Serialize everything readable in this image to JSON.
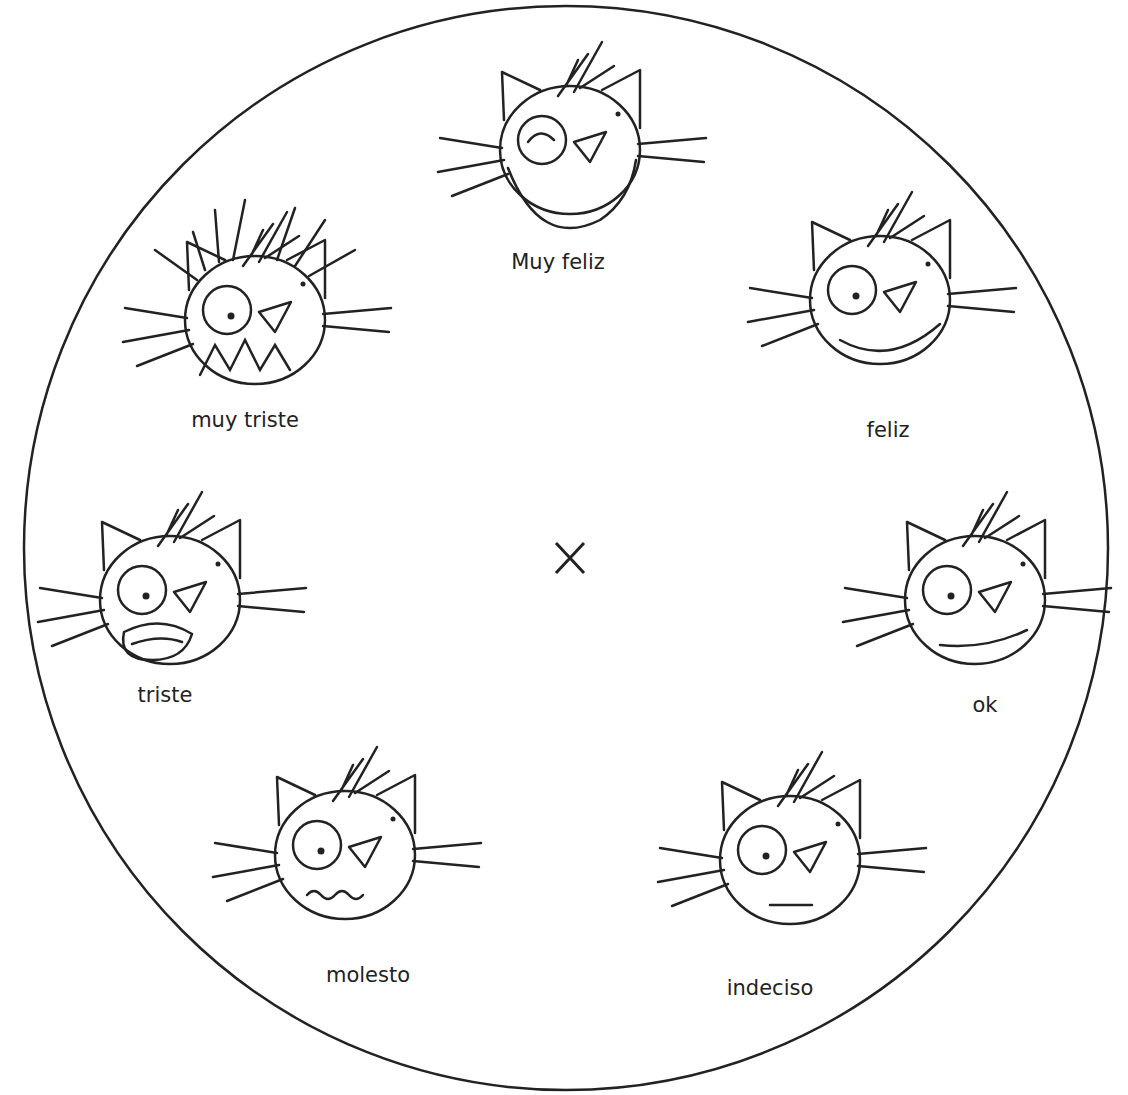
{
  "diagram": {
    "labels": [
      "Muy feliz",
      "feliz",
      "ok",
      "indeciso",
      "molesto",
      "triste",
      "muy triste"
    ]
  }
}
